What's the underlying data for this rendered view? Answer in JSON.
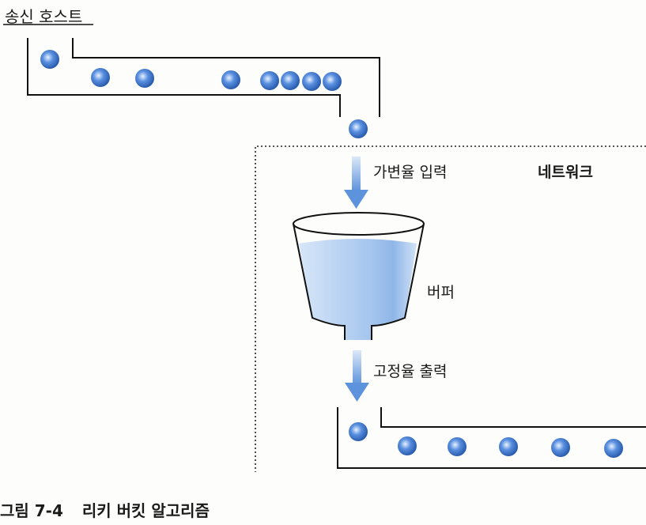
{
  "labels": {
    "sender": "송신 호스트",
    "variable_input": "가변율 입력",
    "network": "네트워크",
    "buffer": "버퍼",
    "fixed_output": "고정율 출력"
  },
  "caption": {
    "figure_number": "그림 7-4",
    "title": "리키 버킷 알고리즘"
  },
  "colors": {
    "packet": "#3f78d0",
    "water": "#a9c9ef",
    "arrow": "#6f9fe0",
    "line": "#111111"
  }
}
